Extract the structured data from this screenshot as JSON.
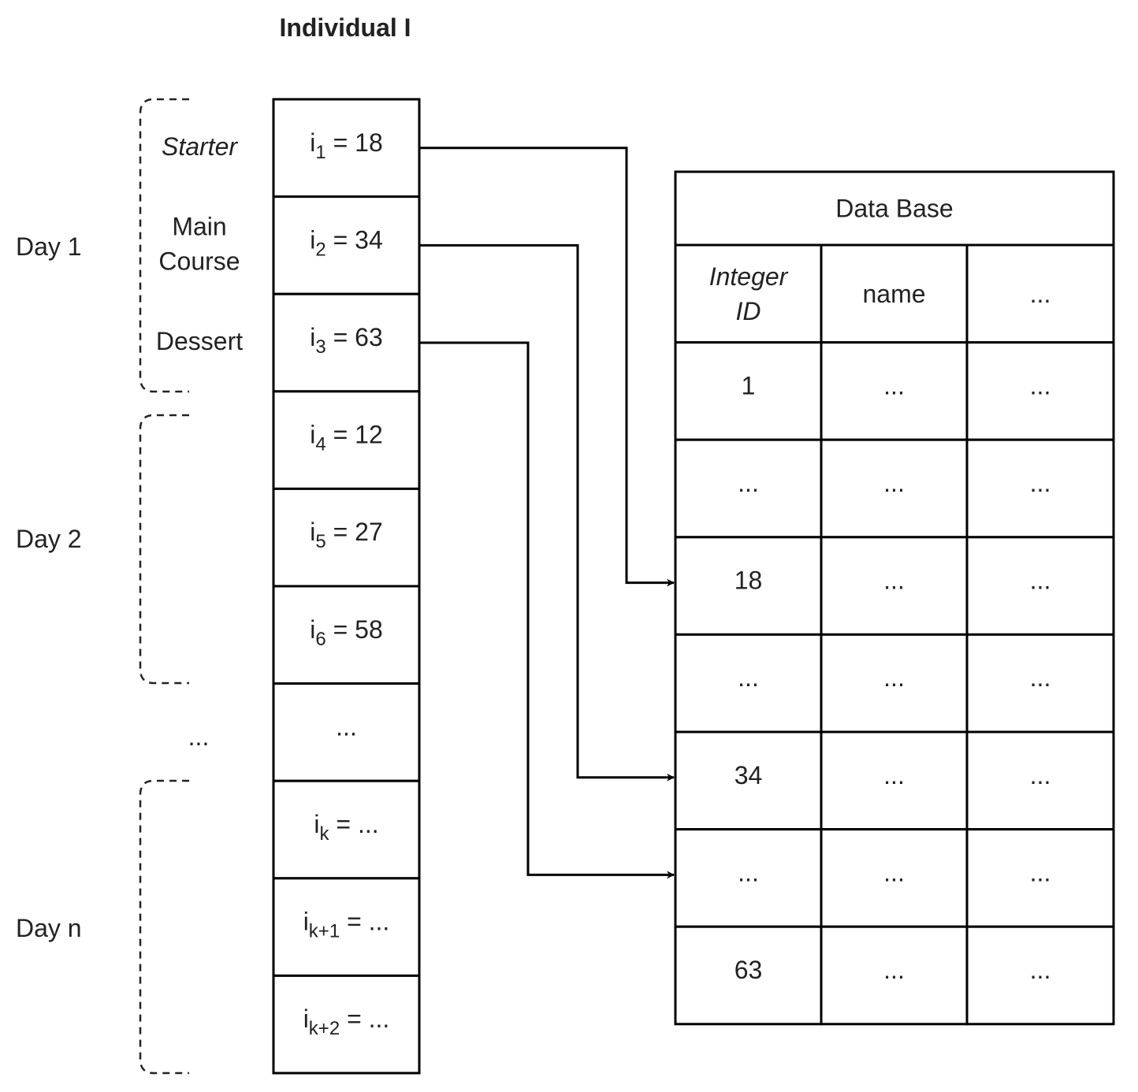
{
  "title": "Individual I",
  "days": [
    {
      "label": "Day 1",
      "courses": [
        {
          "label": "Starter",
          "italic": true
        },
        {
          "label": "Main\nCourse",
          "italic": false
        },
        {
          "label": "Dessert",
          "italic": false
        }
      ]
    },
    {
      "label": "Day 2",
      "courses": []
    },
    {
      "label": "...",
      "courses": []
    },
    {
      "label": "Day n",
      "courses": []
    }
  ],
  "individual_cells": [
    {
      "base": "i",
      "sub": "1",
      "rest": " = 18"
    },
    {
      "base": "i",
      "sub": "2",
      "rest": " = 34"
    },
    {
      "base": "i",
      "sub": "3",
      "rest": " = 63"
    },
    {
      "base": "i",
      "sub": "4",
      "rest": " = 12"
    },
    {
      "base": "i",
      "sub": "5",
      "rest": " = 27"
    },
    {
      "base": "i",
      "sub": "6",
      "rest": " = 58"
    },
    {
      "base": "...",
      "sub": "",
      "rest": ""
    },
    {
      "base": "i",
      "sub": "k",
      "rest": " = ..."
    },
    {
      "base": "i",
      "sub": "k+1",
      "rest": " = ..."
    },
    {
      "base": "i",
      "sub": "k+2",
      "rest": " = ..."
    }
  ],
  "database": {
    "title": "Data Base",
    "columns": [
      {
        "label": "Integer\nID",
        "italic": true
      },
      {
        "label": "name",
        "italic": false
      },
      {
        "label": "...",
        "italic": false
      }
    ],
    "rows": [
      [
        "1",
        "...",
        "..."
      ],
      [
        "...",
        "...",
        "..."
      ],
      [
        "18",
        "...",
        "..."
      ],
      [
        "...",
        "...",
        "..."
      ],
      [
        "34",
        "...",
        "..."
      ],
      [
        "...",
        "...",
        "..."
      ],
      [
        "63",
        "...",
        "..."
      ]
    ]
  },
  "links": [
    {
      "from_cell": 0,
      "to_row": 2
    },
    {
      "from_cell": 1,
      "to_row": 4
    },
    {
      "from_cell": 2,
      "to_row": 5
    }
  ]
}
